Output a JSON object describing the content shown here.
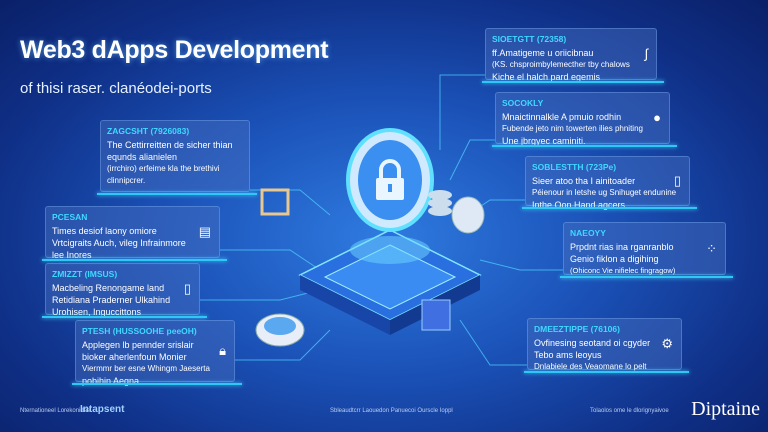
{
  "header": {
    "title": "Web3 dApps Development",
    "subtitle": "of thisi raser. clanéodei-ports"
  },
  "panels_left": [
    {
      "heading": "ZAGCSHT (7926083)",
      "lines": [
        "The Cettirreitten de sicher thian",
        "equnds alianielen",
        "(irrchiro) erfeime kla the brethivi",
        "clinnipcrer."
      ],
      "icon": "none"
    },
    {
      "heading": "PCESAN",
      "lines": [
        "Times desiof laony omiore",
        "Vrtcigraits Auch, vileg Infrainmore",
        "lee Inores"
      ],
      "icon": "chart-icon"
    },
    {
      "heading": "ZMIZZT (IMSUS)",
      "lines": [
        "Macbeling Renongame land",
        "Retidiana Praderner Ulkahind",
        "Urohisen, Inguccittons"
      ],
      "icon": "sock-icon"
    },
    {
      "heading": "PTESH (HUSSOOHE peeOH)",
      "lines": [
        "Applegen lb pennder srislair",
        "bioker aherlenfoun Monier",
        "Viermmr ber esne Whingm Jaeserta",
        "pobihin Aegna"
      ],
      "icon": "lock-icon"
    }
  ],
  "panels_right": [
    {
      "heading": "SIOETGTT (72358)",
      "lines": [
        "ff.Amatigeme u oriicibnau",
        "(KS. chsproimbylemecther tby chalows",
        "Kiche el halch pard egemis"
      ],
      "icon": "snake-icon"
    },
    {
      "heading": "SOCOKLY",
      "lines": [
        "Mnaictinnalkle A pmuio rodhin",
        "Fubende jeto nim towerten ilies phniting",
        "Une jbrgyec caminiti."
      ],
      "icon": "cloud-icon"
    },
    {
      "heading": "SOBLESTTH (723Pe)",
      "lines": [
        "Sieer atoo tha I ainitoader",
        "Péienour in letshe ug Snihuget endunine",
        "Inthe Oon Hand agcers"
      ],
      "icon": "phone-icon"
    },
    {
      "heading": "NAEOYY",
      "lines": [
        "Prpdnt rias ina rganranblo",
        "Genio fiklon a digihing",
        "(Ohiconc Vie nifielec fingragow)"
      ],
      "icon": "grid-icon"
    },
    {
      "heading": "DMEEZTIPPE (76106)",
      "lines": [
        "Ovfinesing seotand oi cgyder",
        "Tebo ams leoyus",
        "Dnlabiele des Veaomane lo pelt"
      ],
      "icon": "gear-icon"
    }
  ],
  "footer": {
    "left_logo": "Intapsent",
    "left_small": "Nternationeel Lorekonidae",
    "center": "Sbleaudtcrr Laouedon Panuecoi Ourscle Ioppl",
    "right_small": "Tolaolos ome le dlorignyaivoe",
    "brand": "Diptaine"
  },
  "colors": {
    "accent": "#3fd9ff",
    "bg": "#1b52b8"
  }
}
